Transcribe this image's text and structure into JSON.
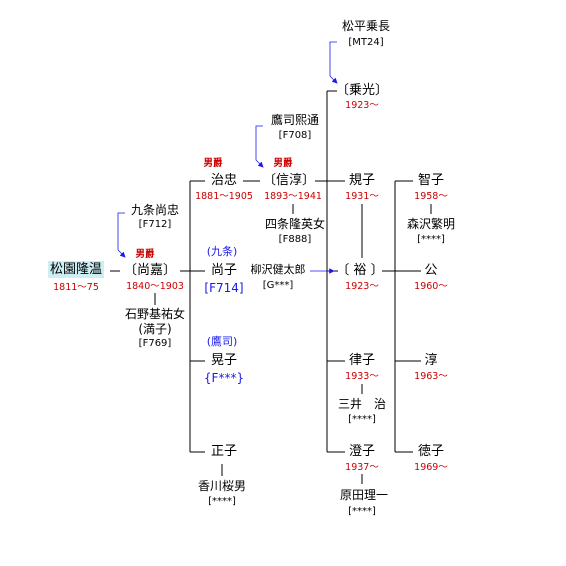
{
  "people": {
    "matsudaira_norinaga": {
      "name": "松平乗長",
      "ref": "[MT24]"
    },
    "norimitsu": {
      "name": "〔乗光〕",
      "years": "1923～"
    },
    "takatsukasa_hiromichi": {
      "name": "鷹司熙通",
      "ref": "[F708]"
    },
    "harutada": {
      "name": "治忠",
      "title": "男爵",
      "years": "1881～1905"
    },
    "nobuatsu": {
      "name": "〔信淳〕",
      "title": "男爵",
      "years": "1893～1941"
    },
    "shijo_eiko": {
      "name": "四条隆英女",
      "ref": "[F888]"
    },
    "noriko": {
      "name": "規子",
      "years": "1931～"
    },
    "tomoko": {
      "name": "智子",
      "years": "1958～"
    },
    "morisawa_shigeaki": {
      "name": "森沢繁明",
      "ref": "[****]"
    },
    "kujo_hisatada": {
      "name": "九条尚忠",
      "ref": "[F712]"
    },
    "takaharu": {
      "name": "松園隆温",
      "years": "1811～75"
    },
    "hisayoshi": {
      "name": "〔尚嘉〕",
      "title": "男爵",
      "years": "1840～1903"
    },
    "hisako": {
      "name": "尚子",
      "note": "(九条)",
      "ref": "[F714]"
    },
    "yanagisawa_kentaro": {
      "name": "柳沢健太郎",
      "ref": "[G***]"
    },
    "yutaka": {
      "name": "〔 裕 〕",
      "years": "1923～"
    },
    "ko": {
      "name": "公",
      "years": "1960～"
    },
    "ishino_wife": {
      "name": "石野基祐女",
      "alias": "(満子)",
      "ref": "[F769]"
    },
    "akiko": {
      "name": "晃子",
      "note": "(鷹司)",
      "ref": "{F***}"
    },
    "ritsuko": {
      "name": "律子",
      "years": "1933～"
    },
    "jun": {
      "name": "淳",
      "years": "1963～"
    },
    "mitsui_osamu": {
      "name": "三井　治",
      "ref": "[****]"
    },
    "masako": {
      "name": "正子"
    },
    "kagawa_sakurao": {
      "name": "香川桜男",
      "ref": "[****]"
    },
    "sumiko": {
      "name": "澄子",
      "years": "1937～"
    },
    "harada_riichi": {
      "name": "原田理一",
      "ref": "[****]"
    },
    "noriko2": {
      "name": "徳子",
      "years": "1969～"
    }
  },
  "colors": {
    "line": "#000000",
    "adoption_arrow": "#1a1aee",
    "years": "#cc0000",
    "highlight": "#cdeef5"
  }
}
